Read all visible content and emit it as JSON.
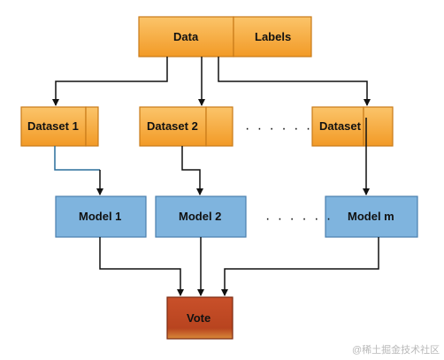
{
  "diagram": {
    "data_box": {
      "left_label": "Data",
      "right_label": "Labels"
    },
    "datasets": [
      {
        "label": "Dataset 1"
      },
      {
        "label": "Dataset 2"
      },
      {
        "label": "Dataset"
      }
    ],
    "dataset_ellipsis": "· · · · · ·",
    "models": [
      {
        "label": "Model 1"
      },
      {
        "label": "Model 2"
      },
      {
        "label": "Model m"
      }
    ],
    "model_ellipsis": "· · · · · ·",
    "vote": {
      "label": "Vote"
    }
  },
  "watermark": "@稀土掘金技术社区",
  "colors": {
    "orange_fill": "#f7a83a",
    "orange_border": "#c87a18",
    "blue_fill": "#7fb4de",
    "blue_border": "#4a7fae",
    "vote_fill": "#b8441f",
    "vote_border": "#7a2a10",
    "arrow": "#111111",
    "arrow_blue_tail": "#2a6f9c"
  }
}
